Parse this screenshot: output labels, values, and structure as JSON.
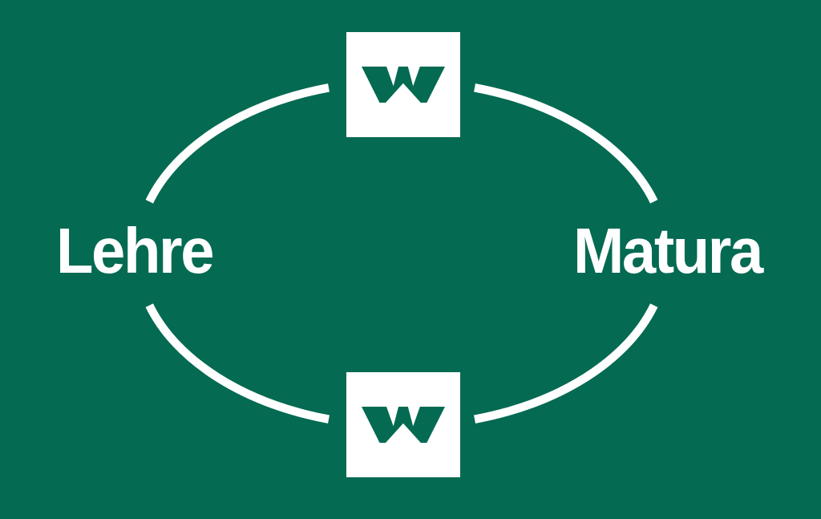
{
  "labels": {
    "left": "Lehre",
    "right": "Matura"
  },
  "nodes": {
    "top": {
      "icon": "w-logo-icon",
      "letter": "w"
    },
    "bottom": {
      "icon": "w-logo-icon",
      "letter": "w"
    }
  },
  "colors": {
    "background": "#046A52",
    "foreground": "#FFFFFF",
    "w_glyph_green": "#046A52"
  }
}
